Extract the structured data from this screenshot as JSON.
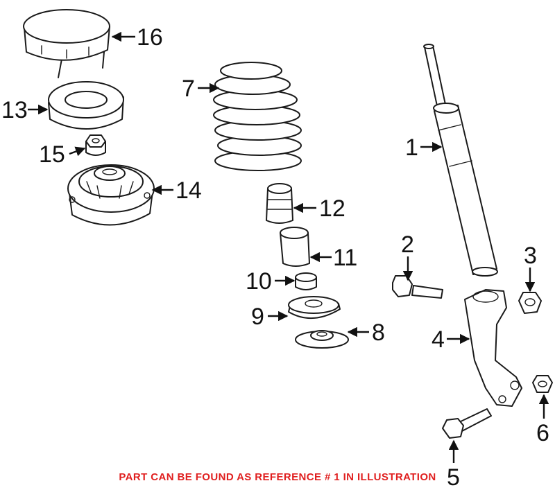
{
  "note": {
    "text": "PART CAN BE FOUND AS REFERENCE # 1 IN ILLUSTRATION",
    "color": "#e01f1f"
  },
  "callouts": {
    "c1": "1",
    "c2": "2",
    "c3": "3",
    "c4": "4",
    "c5": "5",
    "c6": "6",
    "c7": "7",
    "c8": "8",
    "c9": "9",
    "c10": "10",
    "c11": "11",
    "c12": "12",
    "c13": "13",
    "c14": "14",
    "c15": "15",
    "c16": "16"
  },
  "colors": {
    "line": "#1a1a1a",
    "background": "#ffffff"
  }
}
